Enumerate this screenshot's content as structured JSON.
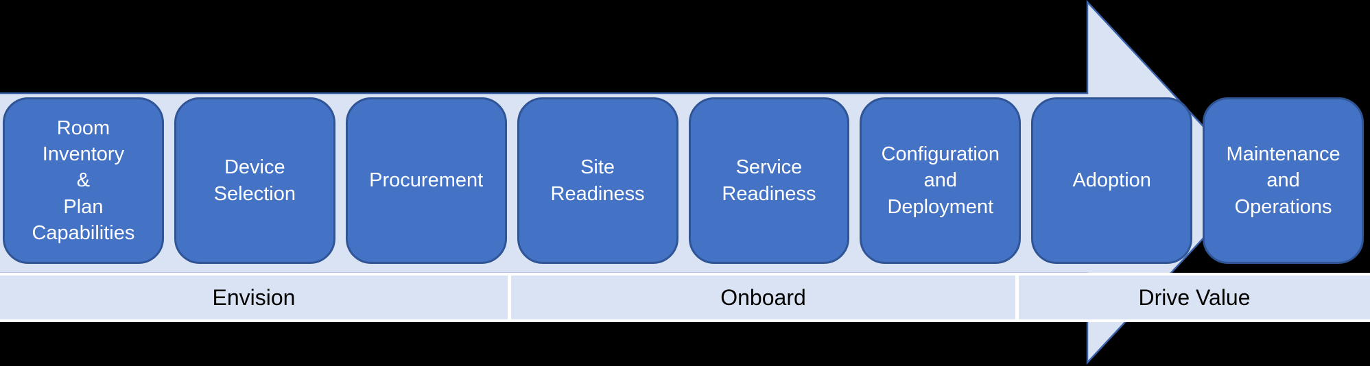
{
  "theme": {
    "background": "#000000",
    "arrow_fill": "#dae3f3",
    "arrow_border": "#3a62a9",
    "box_fill": "#4472c4",
    "box_border": "#2f5597",
    "box_text": "#ffffff",
    "band_fill": "#dae3f3",
    "band_separator": "#ffffff",
    "band_text": "#000000"
  },
  "diagram": {
    "type": "process-arrow",
    "arrow_direction": "right",
    "steps": [
      {
        "label": "Room\nInventory\n&\nPlan\nCapabilities"
      },
      {
        "label": "Device\nSelection"
      },
      {
        "label": "Procurement"
      },
      {
        "label": "Site\nReadiness"
      },
      {
        "label": "Service\nReadiness"
      },
      {
        "label": "Configuration\nand\nDeployment"
      },
      {
        "label": "Adoption"
      },
      {
        "label": "Maintenance\nand\nOperations"
      }
    ],
    "phases": [
      {
        "label": "Envision"
      },
      {
        "label": "Onboard"
      },
      {
        "label": "Drive Value"
      }
    ]
  }
}
